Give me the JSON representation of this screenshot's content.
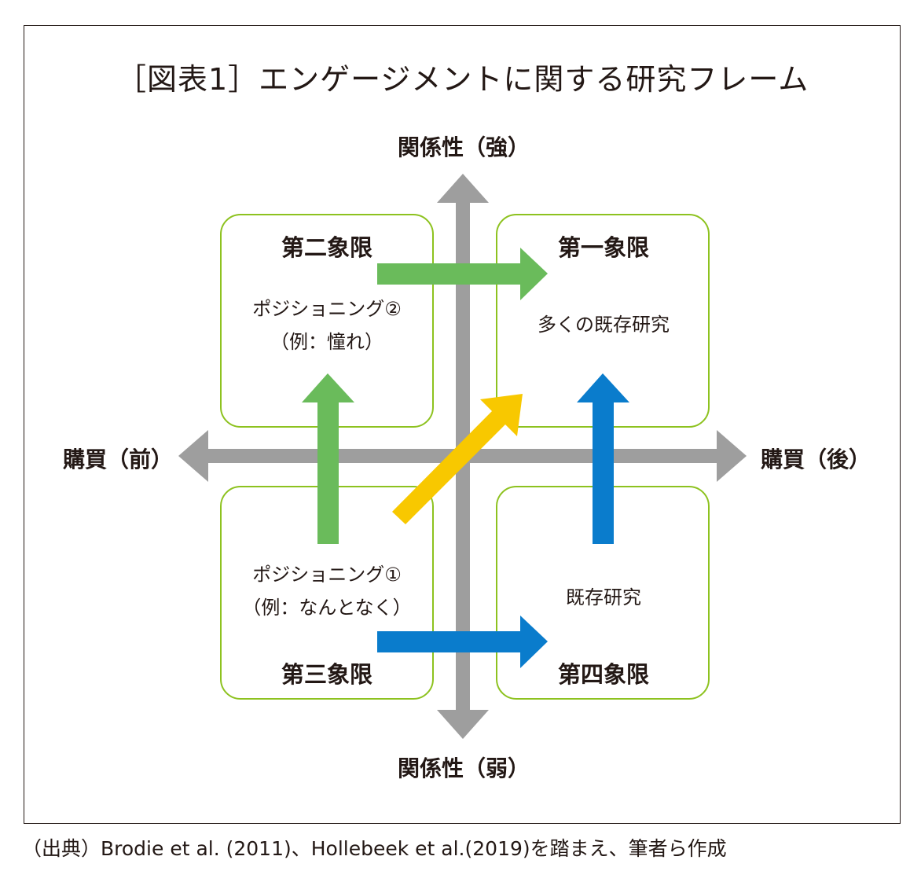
{
  "title": "［図表1］エンゲージメントに関する研究フレーム",
  "axes": {
    "top": "関係性（強）",
    "bottom": "関係性（弱）",
    "left": "購買（前）",
    "right": "購買（後）"
  },
  "quadrants": {
    "q1": {
      "title": "第一象限",
      "text": "多くの既存研究"
    },
    "q2": {
      "title": "第二象限",
      "text_line1": "ポジショニング②",
      "text_line2": "（例：憧れ）"
    },
    "q3": {
      "title": "第三象限",
      "text_line1": "ポジショニング①",
      "text_line2": "（例：なんとなく）"
    },
    "q4": {
      "title": "第四象限",
      "text": "既存研究"
    }
  },
  "colors": {
    "frame": "#231815",
    "quadrant_border": "#8dc21f",
    "axis_arrow": "#9e9e9e",
    "green_arrow": "#6abb5b",
    "blue_arrow": "#0a7ccc",
    "yellow_arrow": "#f8c800"
  },
  "source": "（出典）Brodie et al. (2011)、Hollebeek et al.(2019)を踏まえ、筆者ら作成"
}
